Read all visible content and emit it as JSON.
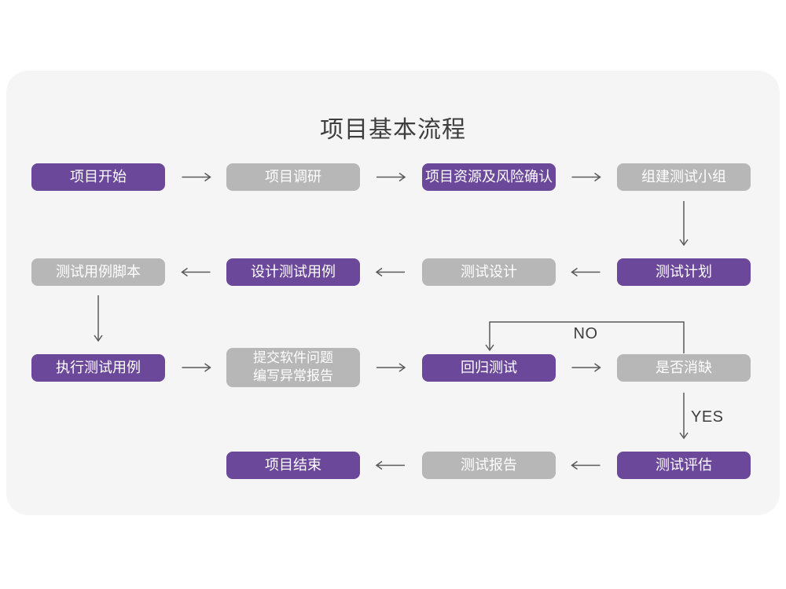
{
  "title": "项目基本流程",
  "colors": {
    "purple": "#6B4899",
    "gray": "#B7B7B7",
    "card_bg": "#F5F5F5",
    "arrow": "#5A5A5A",
    "title_color": "#3E3E3E"
  },
  "nodes": [
    {
      "label": "项目开始",
      "style": "purple"
    },
    {
      "label": "项目调研",
      "style": "gray"
    },
    {
      "label": "项目资源及风险确认",
      "style": "purple"
    },
    {
      "label": "组建测试小组",
      "style": "gray"
    },
    {
      "label": "测试用例脚本",
      "style": "gray"
    },
    {
      "label": "设计测试用例",
      "style": "purple"
    },
    {
      "label": "测试设计",
      "style": "gray"
    },
    {
      "label": "测试计划",
      "style": "purple"
    },
    {
      "label": "执行测试用例",
      "style": "purple"
    },
    {
      "label": "提交软件问题\n编写异常报告",
      "style": "gray"
    },
    {
      "label": "回归测试",
      "style": "purple"
    },
    {
      "label": "是否消缺",
      "style": "gray"
    },
    {
      "label": "项目结束",
      "style": "purple"
    },
    {
      "label": "测试报告",
      "style": "gray"
    },
    {
      "label": "测试评估",
      "style": "purple"
    }
  ],
  "labels": {
    "no": "NO",
    "yes": "YES"
  }
}
